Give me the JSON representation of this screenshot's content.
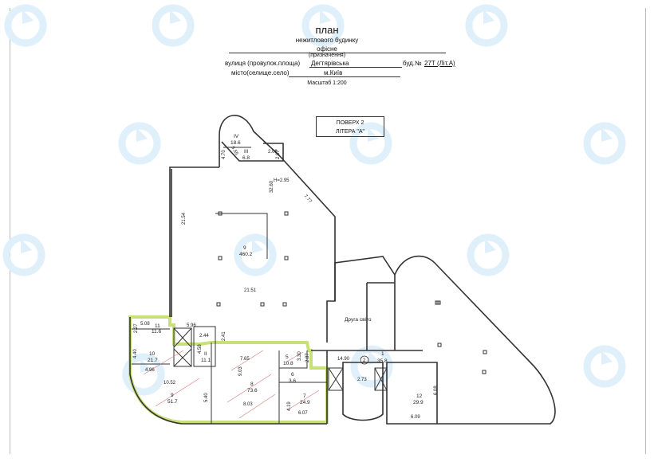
{
  "document": {
    "title": "план",
    "subtitle": "нежитлового будинку",
    "purpose": "офісне",
    "purpose_caption": "(призначення)",
    "street_label": "вулиця (провулок.площа)",
    "street_value": "Дегтярівська",
    "building_label": "буд.№",
    "building_value": "27Т (Літ.А)",
    "city_label": "місто(селище.село)",
    "city_value": "м.Київ",
    "scale": "Масштаб 1:200"
  },
  "floor_box": {
    "line1": "ПОВЕРХ 2",
    "line2": "ЛІТЕРА \"А\""
  },
  "rooms": [
    {
      "id": "IV",
      "area": "18.6"
    },
    {
      "id": "III",
      "area": "6.8"
    },
    {
      "id": "9",
      "area": "460.2"
    },
    {
      "id": "11",
      "area": "11.6"
    },
    {
      "id": "10",
      "area": "21.7"
    },
    {
      "id": "II",
      "area": "11.1"
    },
    {
      "id": "9",
      "area": "51.7"
    },
    {
      "id": "8",
      "area": "73.6"
    },
    {
      "id": "5",
      "area": "10.8"
    },
    {
      "id": "6",
      "area": "3.6"
    },
    {
      "id": "7",
      "area": "24.9"
    },
    {
      "id": "1",
      "area": "35.8"
    },
    {
      "id": "12",
      "area": "29.9"
    }
  ],
  "dimensions": {
    "d470": "4.70",
    "d655": "6.55",
    "d208": "2.08",
    "d207": "2.07",
    "h": "H=2.95",
    "d3260": "32.60",
    "d777": "7.77",
    "d2154": "21.54",
    "d2151": "21.51",
    "d508": "5.08",
    "d227": "2.27",
    "d596": "5.96",
    "d244": "2.44",
    "d458": "4.58",
    "d241": "2.41",
    "d440": "4.40",
    "d496": "4.96",
    "d1052": "10.52",
    "d540": "5.40",
    "d765": "7.65",
    "d903": "9.03",
    "d803": "8.03",
    "d330": "3.30",
    "d287": "2.87",
    "d419": "4.19",
    "d607": "6.07",
    "d1490": "14.90",
    "d273": "2.73",
    "d608": "6.08",
    "d609": "6.09"
  },
  "annotations": {
    "other_stage": "Друга світо",
    "stair_marker": "2"
  },
  "colors": {
    "highlight": "#c8e07a",
    "watermark": "#dff0fb",
    "line": "#333333"
  }
}
